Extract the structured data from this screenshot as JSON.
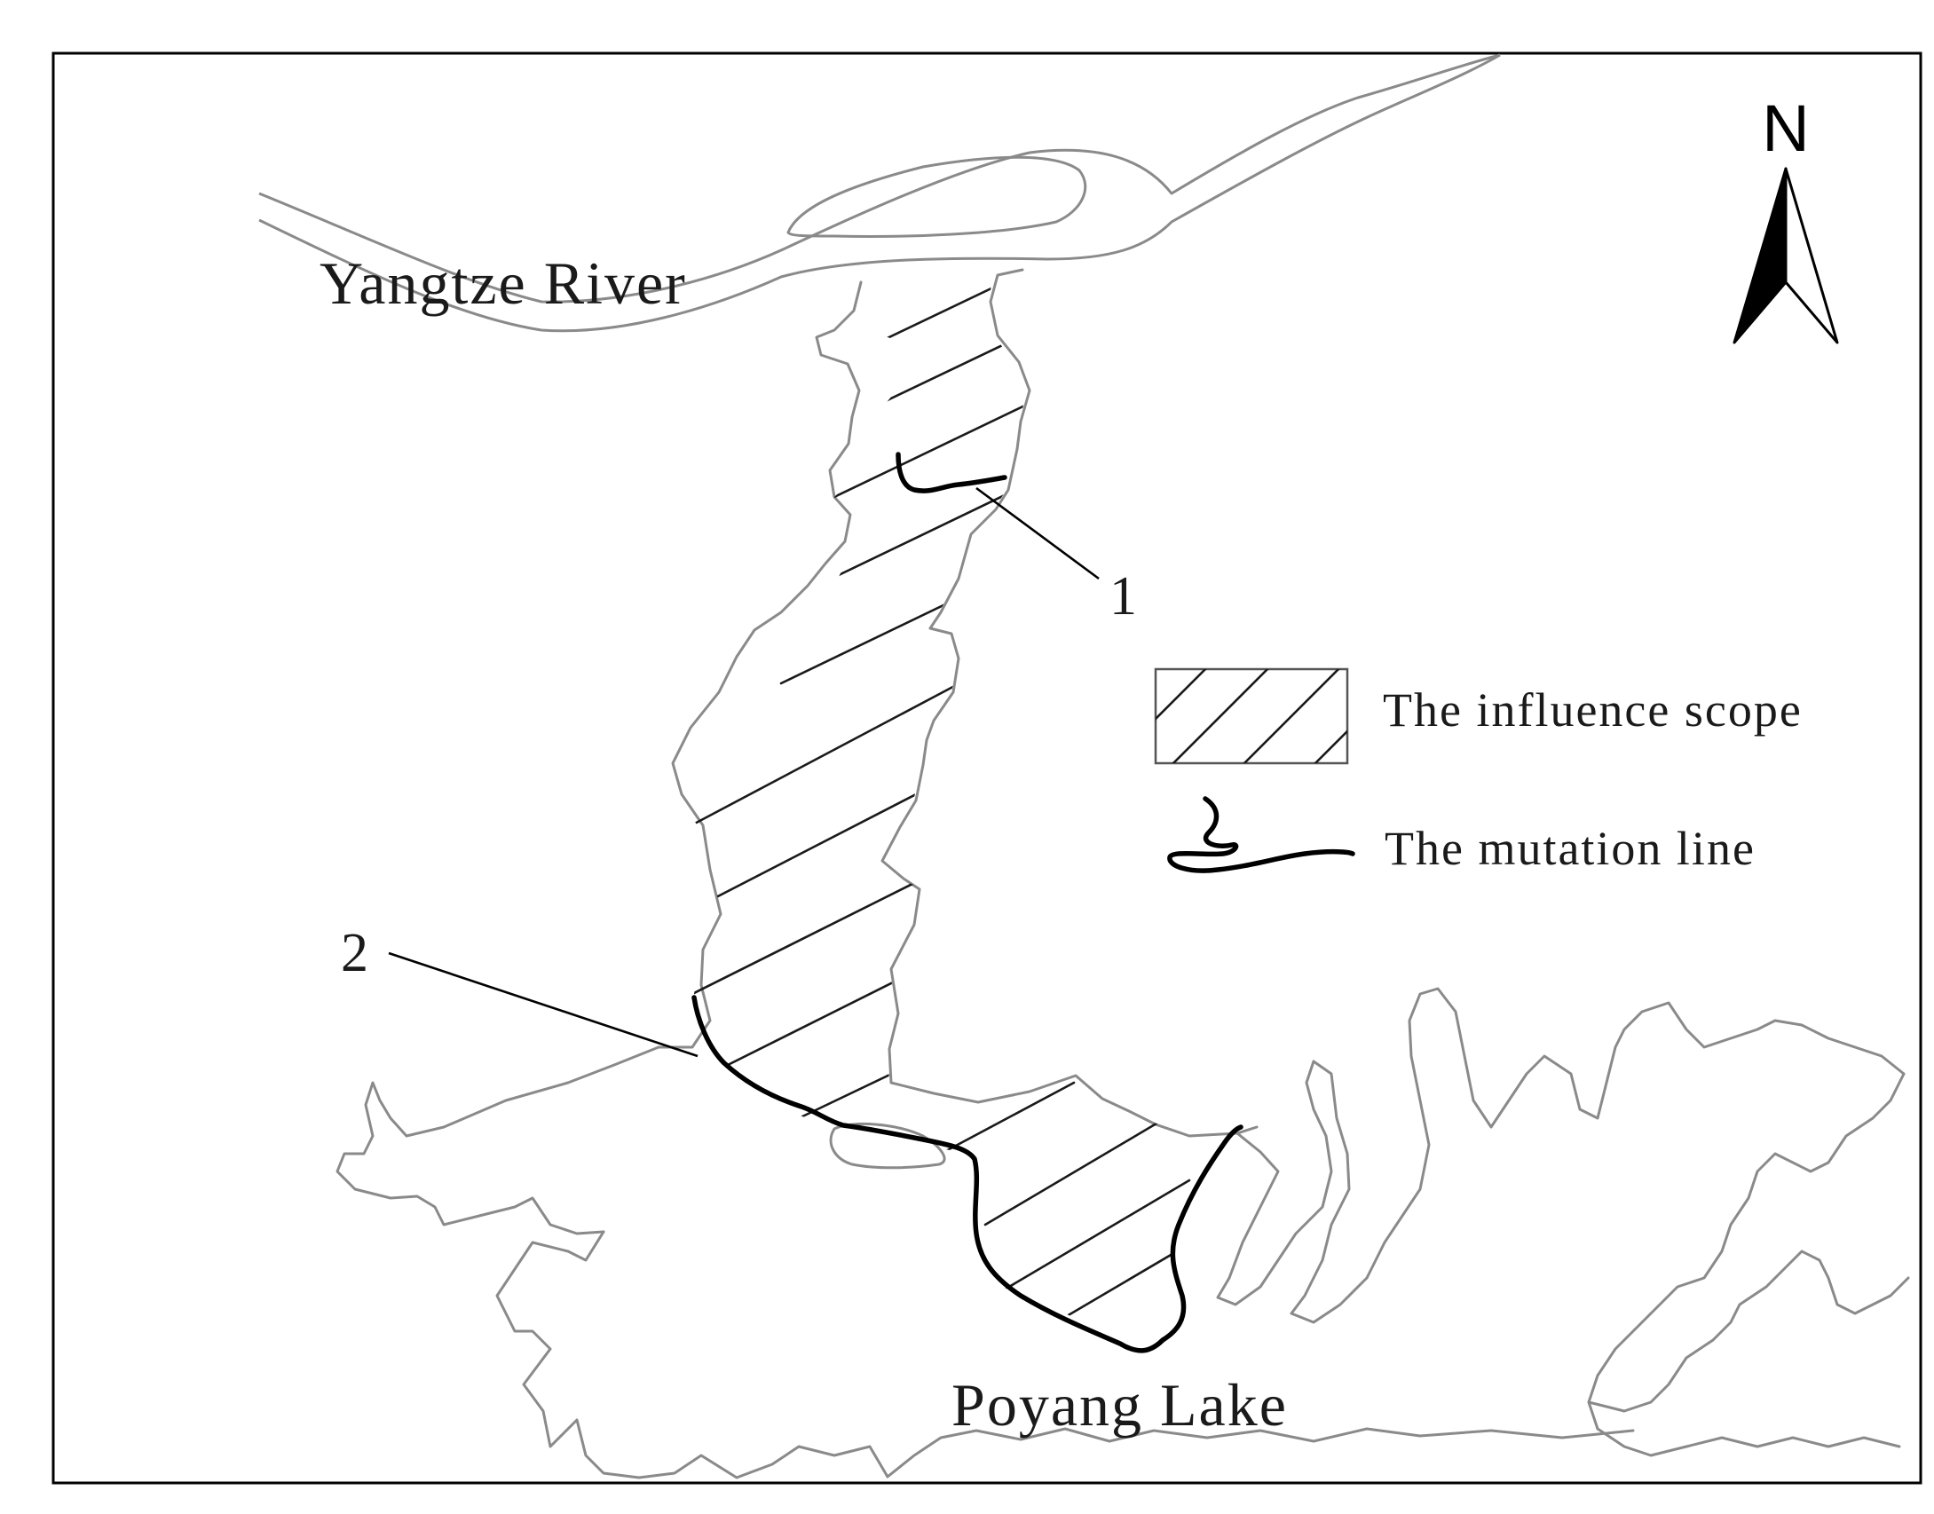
{
  "labels": {
    "river": "Yangtze River",
    "lake": "Poyang Lake",
    "marker_1": "1",
    "marker_2": "2"
  },
  "north_arrow": {
    "letter": "N"
  },
  "legend": {
    "influence_scope": "The influence scope",
    "mutation_line": "The mutation line"
  },
  "colors": {
    "shoreline": "#8a8a8a",
    "mutation_line": "#000000",
    "hatch": "#1a1a1a",
    "frame": "#000000"
  }
}
